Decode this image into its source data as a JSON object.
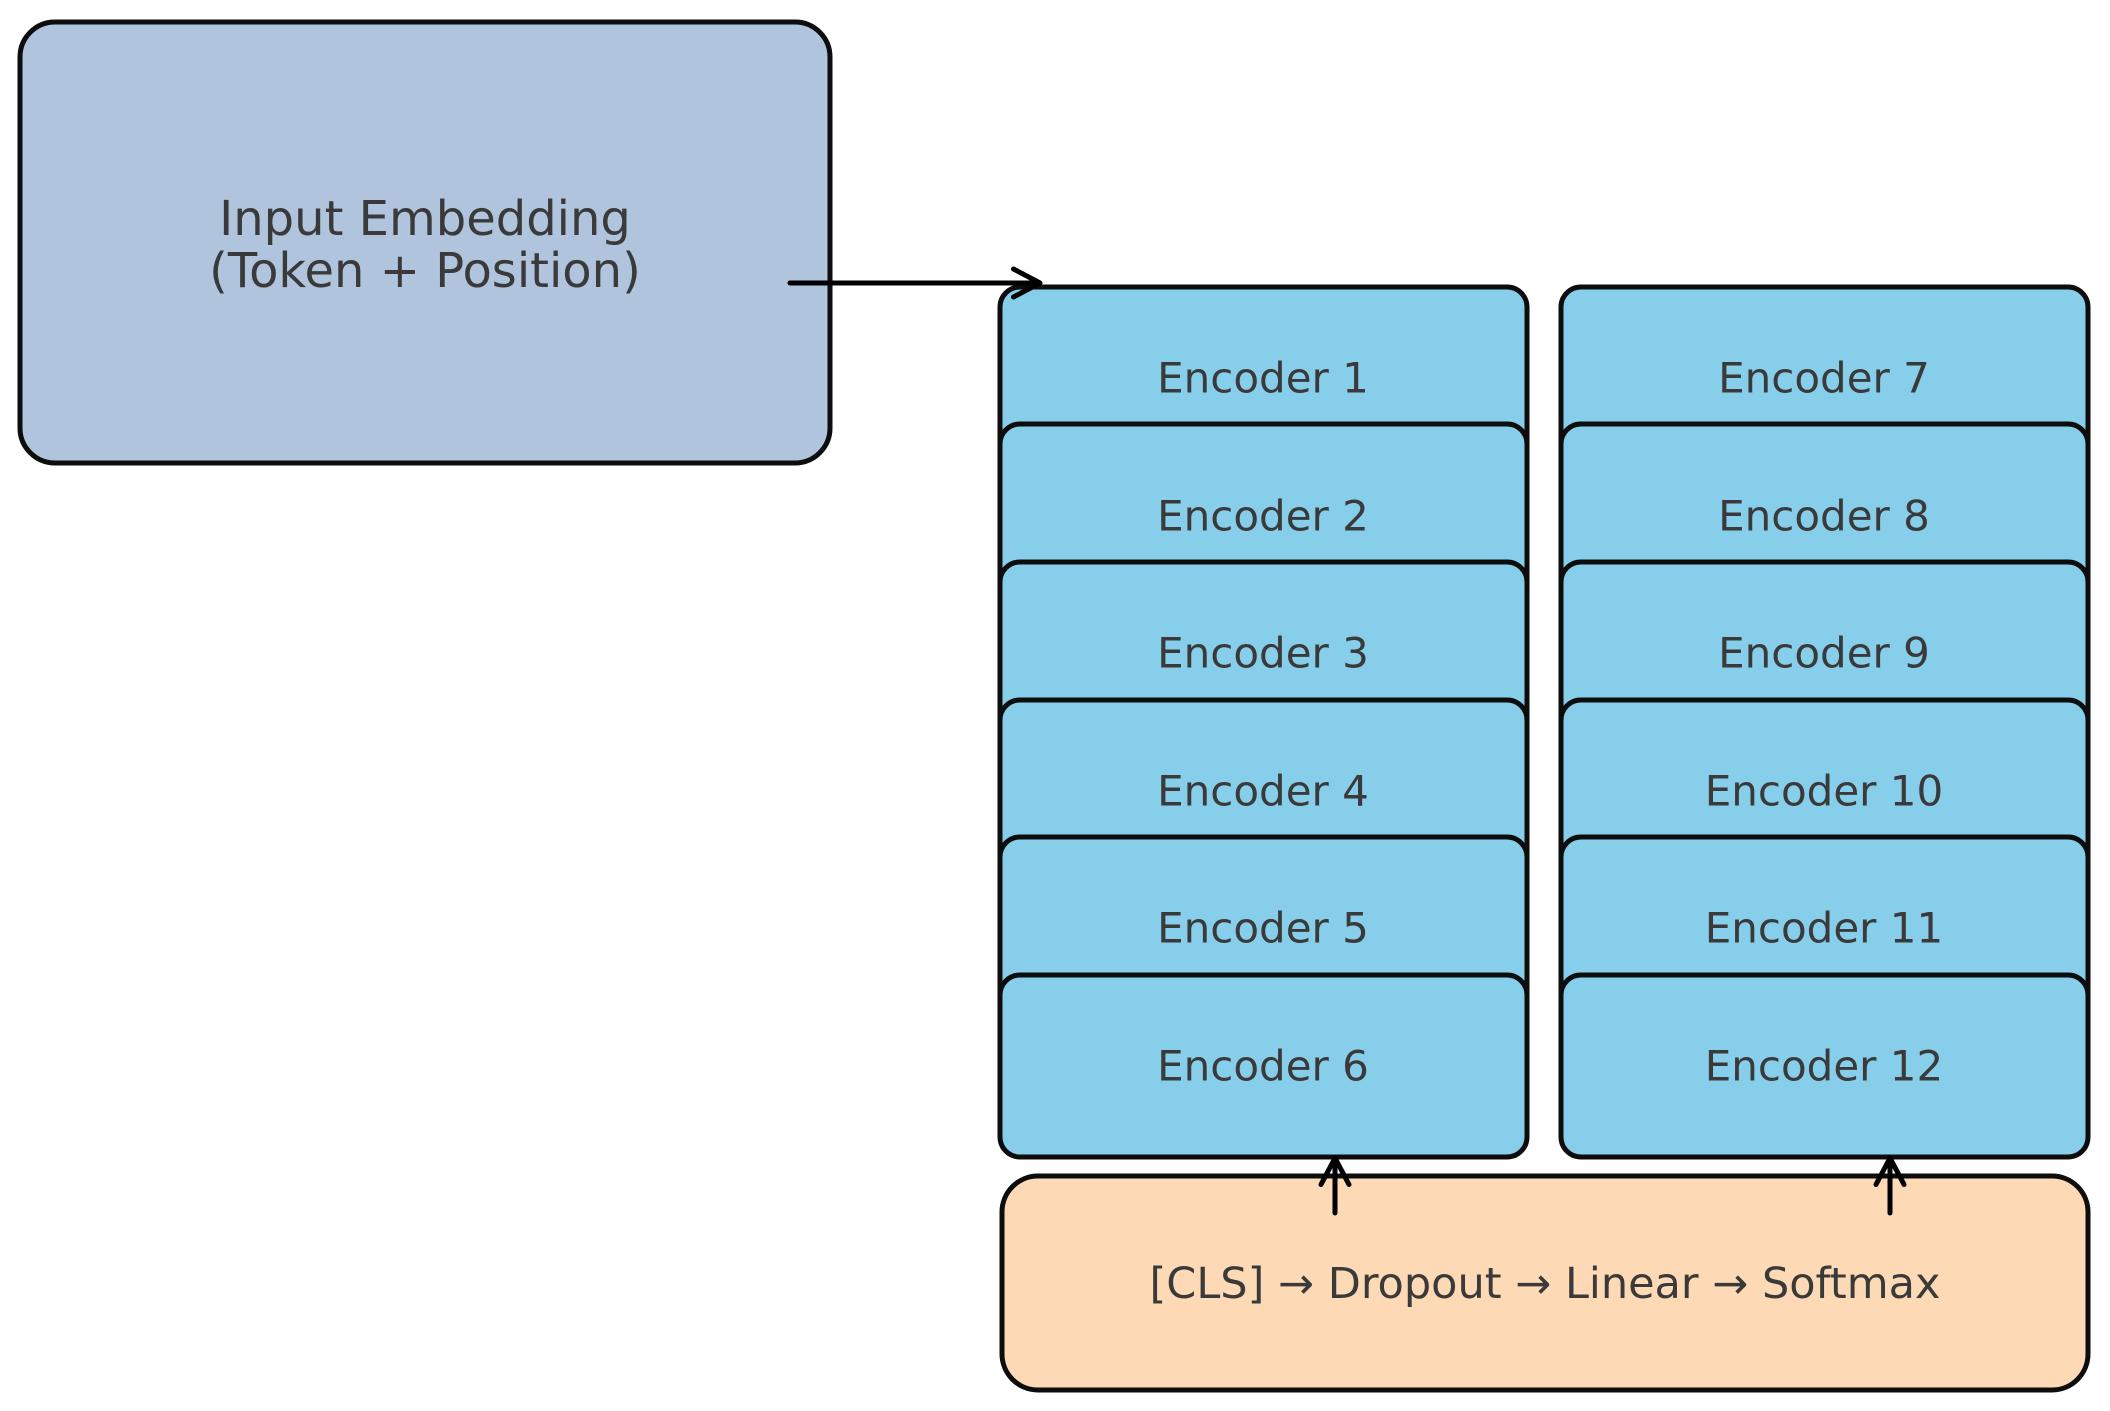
{
  "diagram": {
    "input_node": {
      "line1": "Input Embedding",
      "line2": "(Token + Position)"
    },
    "encoders": [
      "Encoder 1",
      "Encoder 2",
      "Encoder 3",
      "Encoder 4",
      "Encoder 5",
      "Encoder 6",
      "Encoder 7",
      "Encoder 8",
      "Encoder 9",
      "Encoder 10",
      "Encoder 11",
      "Encoder 12"
    ],
    "head_node": {
      "label": "[CLS] → Dropout → Linear → Softmax"
    }
  },
  "colors": {
    "background": "#ffffff",
    "border": "#0d0d0d",
    "text": "#3a3a3a",
    "arrow": "#000000",
    "input_fill": "#b0c4de",
    "encoder_fill": "#87ceeb",
    "head_fill": "#fdd9b5"
  }
}
